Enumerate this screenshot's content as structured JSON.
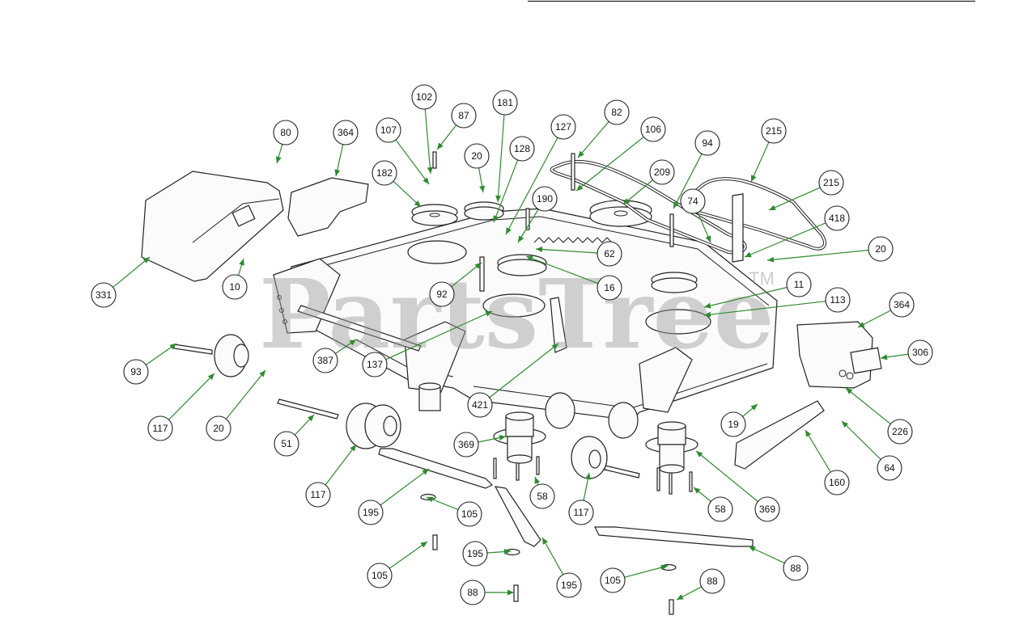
{
  "watermark": {
    "text": "PartsTree",
    "mark": "TM"
  },
  "header_rule": {
    "visible": true
  },
  "callouts": [
    {
      "label": "102"
    },
    {
      "label": "87"
    },
    {
      "label": "181"
    },
    {
      "label": "127"
    },
    {
      "label": "82"
    },
    {
      "label": "80"
    },
    {
      "label": "364"
    },
    {
      "label": "107"
    },
    {
      "label": "20"
    },
    {
      "label": "128"
    },
    {
      "label": "106"
    },
    {
      "label": "94"
    },
    {
      "label": "215"
    },
    {
      "label": "182"
    },
    {
      "label": "209"
    },
    {
      "label": "215"
    },
    {
      "label": "190"
    },
    {
      "label": "74"
    },
    {
      "label": "418"
    },
    {
      "label": "62"
    },
    {
      "label": "20"
    },
    {
      "label": "331"
    },
    {
      "label": "10"
    },
    {
      "label": "92"
    },
    {
      "label": "16"
    },
    {
      "label": "11"
    },
    {
      "label": "113"
    },
    {
      "label": "364"
    },
    {
      "label": "93"
    },
    {
      "label": "387"
    },
    {
      "label": "137"
    },
    {
      "label": "306"
    },
    {
      "label": "117"
    },
    {
      "label": "20"
    },
    {
      "label": "421"
    },
    {
      "label": "19"
    },
    {
      "label": "226"
    },
    {
      "label": "51"
    },
    {
      "label": "369"
    },
    {
      "label": "64"
    },
    {
      "label": "160"
    },
    {
      "label": "117"
    },
    {
      "label": "195"
    },
    {
      "label": "105"
    },
    {
      "label": "58"
    },
    {
      "label": "117"
    },
    {
      "label": "58"
    },
    {
      "label": "369"
    },
    {
      "label": "105"
    },
    {
      "label": "195"
    },
    {
      "label": "88"
    },
    {
      "label": "195"
    },
    {
      "label": "105"
    },
    {
      "label": "88"
    },
    {
      "label": "88"
    }
  ],
  "colors": {
    "leader": "#2e8b2e",
    "outline": "#222222",
    "watermark": "#9a9a9a"
  }
}
